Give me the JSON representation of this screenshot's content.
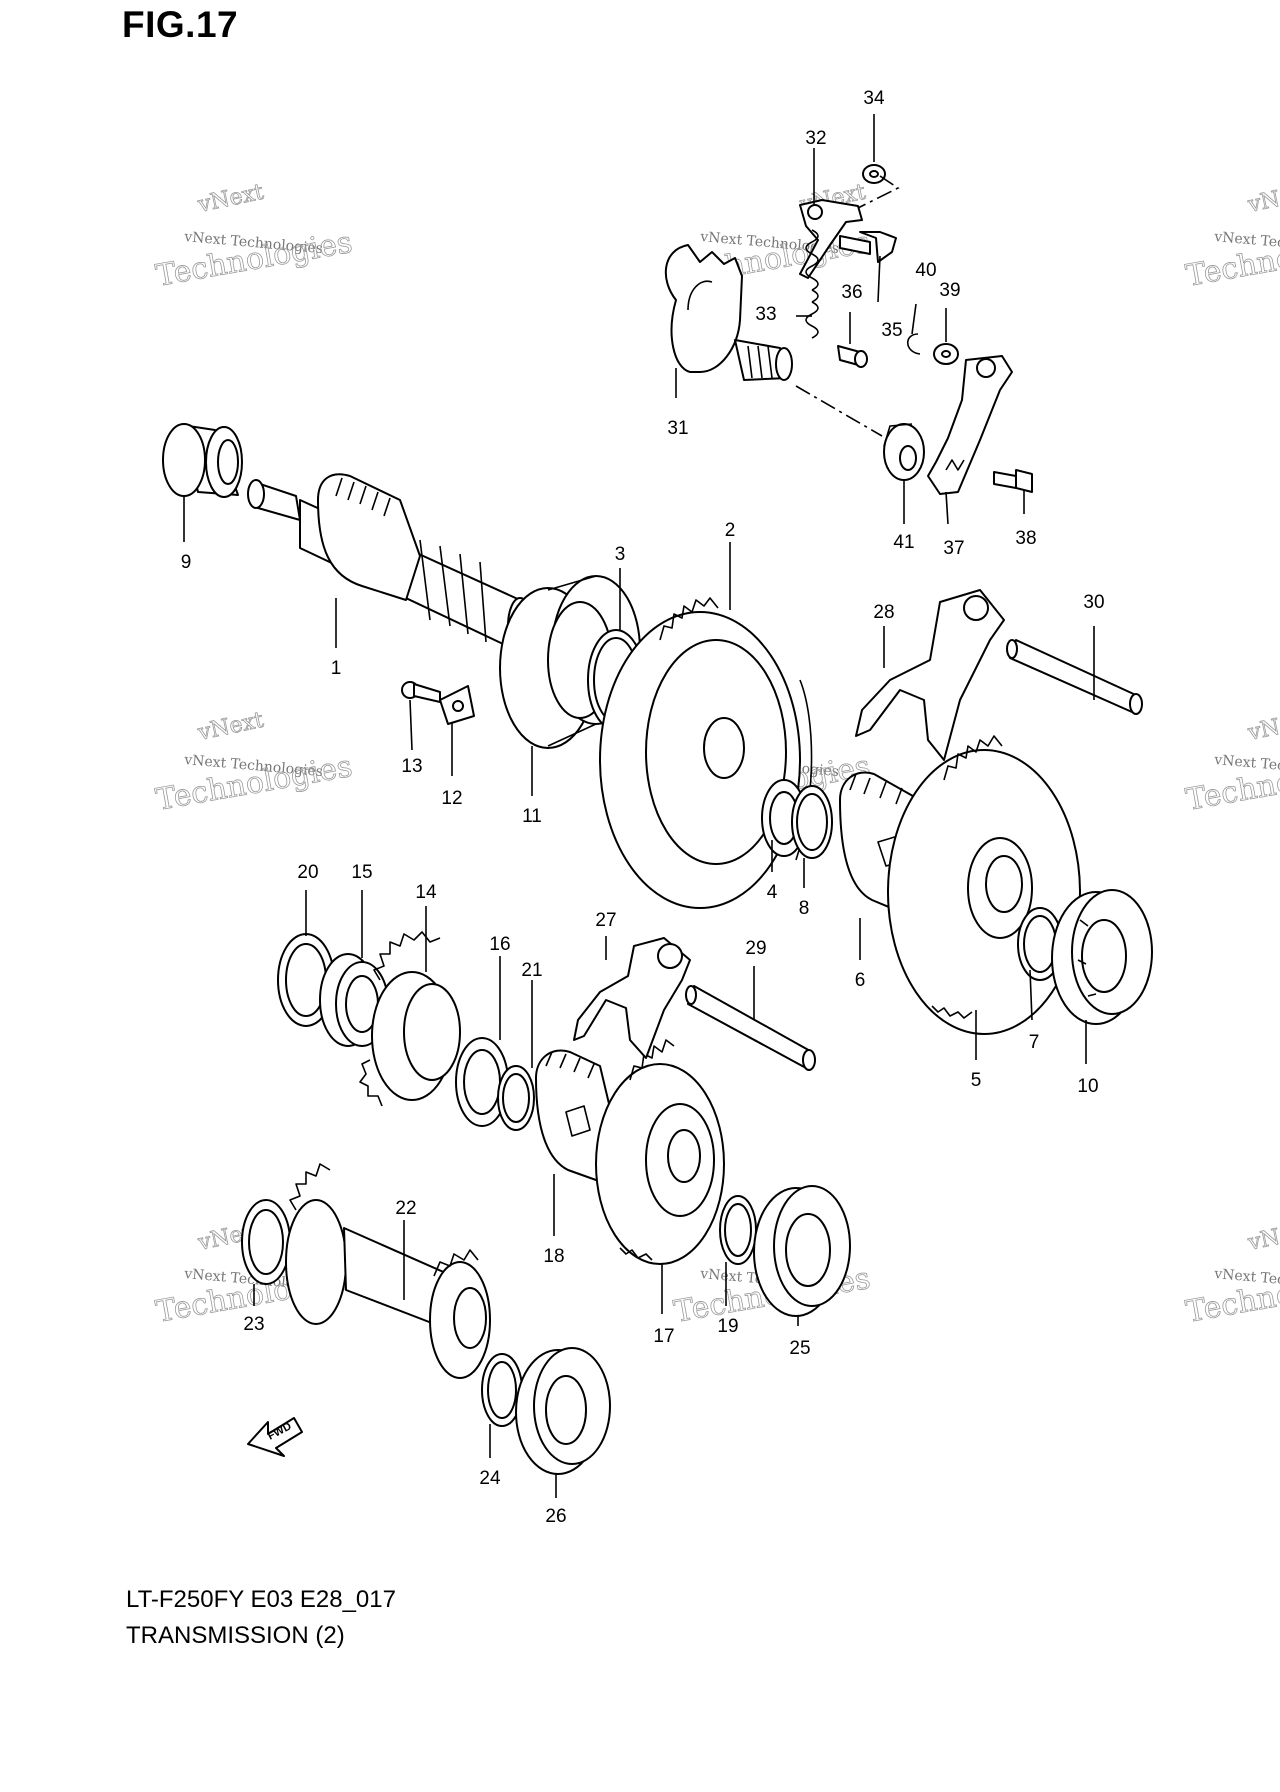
{
  "figure": {
    "title": "FIG.17",
    "model_line": "LT-F250FY E03 E28_017",
    "section_line": "TRANSMISSION (2)"
  },
  "watermark": {
    "brand_top": "vNext",
    "brand_small": "vNext Technologies",
    "brand_large": "Technologies"
  },
  "direction_arrow": {
    "label": "FWD"
  },
  "parts": [
    {
      "num": "1"
    },
    {
      "num": "2"
    },
    {
      "num": "3"
    },
    {
      "num": "4"
    },
    {
      "num": "5"
    },
    {
      "num": "6"
    },
    {
      "num": "7"
    },
    {
      "num": "8"
    },
    {
      "num": "9"
    },
    {
      "num": "10"
    },
    {
      "num": "11"
    },
    {
      "num": "12"
    },
    {
      "num": "13"
    },
    {
      "num": "14"
    },
    {
      "num": "15"
    },
    {
      "num": "16"
    },
    {
      "num": "17"
    },
    {
      "num": "18"
    },
    {
      "num": "19"
    },
    {
      "num": "20"
    },
    {
      "num": "21"
    },
    {
      "num": "22"
    },
    {
      "num": "23"
    },
    {
      "num": "24"
    },
    {
      "num": "25"
    },
    {
      "num": "26"
    },
    {
      "num": "27"
    },
    {
      "num": "28"
    },
    {
      "num": "29"
    },
    {
      "num": "30"
    },
    {
      "num": "31"
    },
    {
      "num": "32"
    },
    {
      "num": "33"
    },
    {
      "num": "34"
    },
    {
      "num": "35"
    },
    {
      "num": "36"
    },
    {
      "num": "37"
    },
    {
      "num": "38"
    },
    {
      "num": "39"
    },
    {
      "num": "40"
    },
    {
      "num": "41"
    }
  ]
}
